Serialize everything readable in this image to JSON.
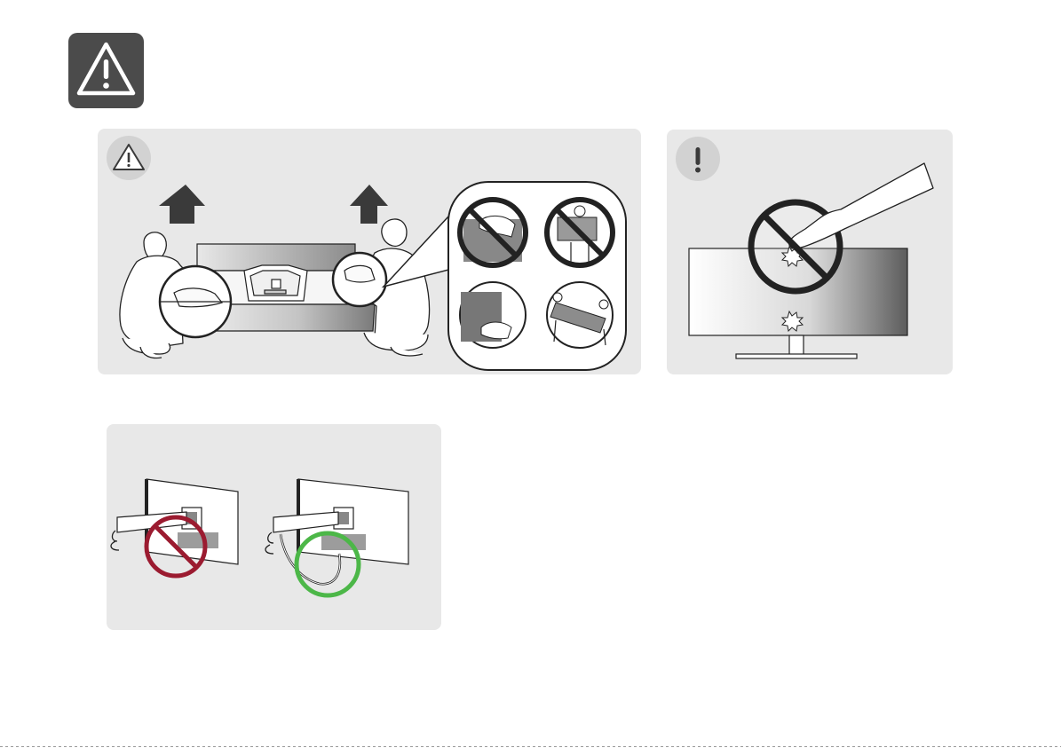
{
  "colors": {
    "warning_box": "#4b4b4b",
    "panel_background": "#e8e8e8",
    "badge_background": "#d2d2d2",
    "prohibited_red": "#9b1b30",
    "correct_green": "#4cb748",
    "arrow_dark": "#3a3a3a"
  },
  "icons": {
    "main": "warning-triangle-icon",
    "lift_panel_badge": "caution-triangle-icon",
    "press_panel_badge": "exclamation-icon",
    "prohibited": "prohibited-sign-icon",
    "correct": "ok-circle-icon"
  },
  "panels": [
    {
      "id": "lift",
      "illustration": "two-people-lifting-monitor",
      "insets": 4
    },
    {
      "id": "press",
      "illustration": "do-not-press-screen"
    },
    {
      "id": "cable",
      "illustration": "cable-routing-wrong-vs-right"
    }
  ]
}
